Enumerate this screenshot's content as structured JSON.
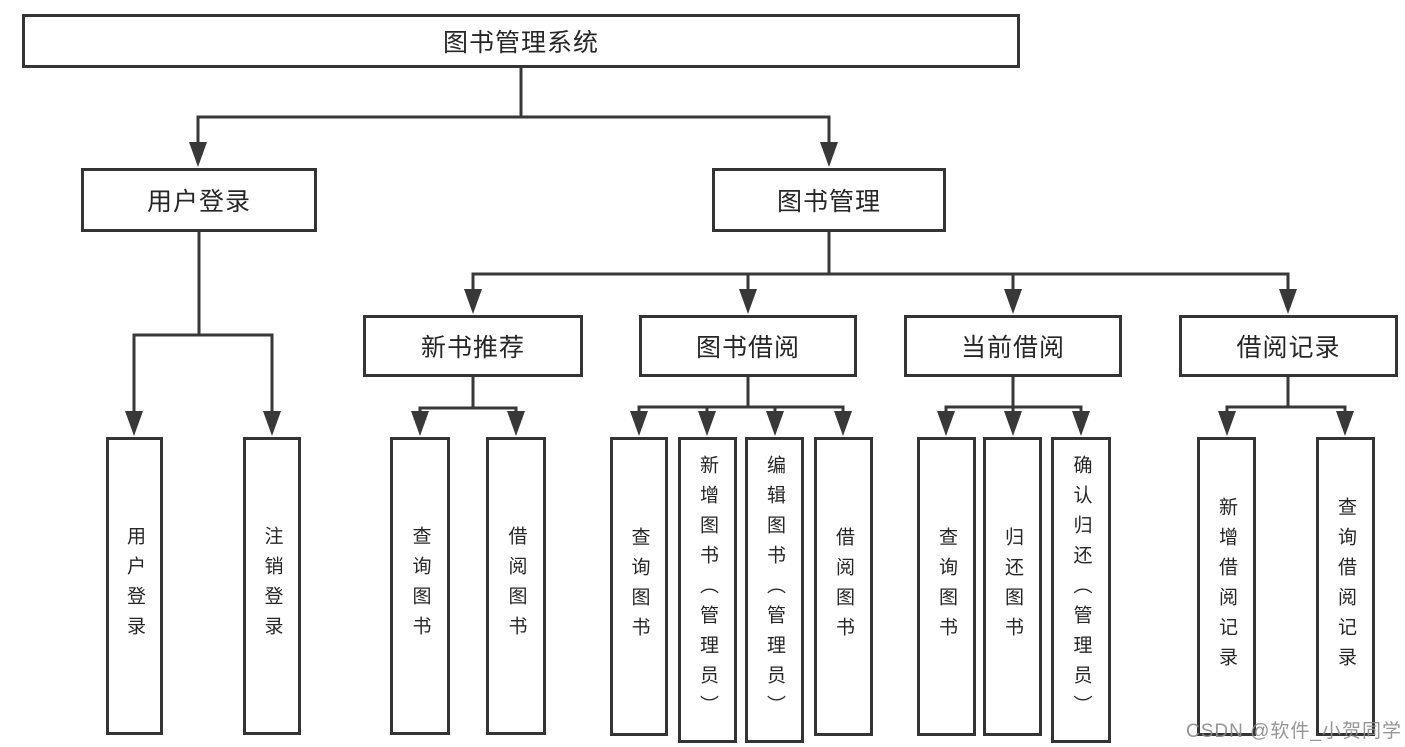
{
  "diagram": {
    "watermark": "CSDN @软件_小贺同学",
    "colors": {
      "line": "#383838",
      "border": "#343434",
      "text": "#262626",
      "background": "#ffffff",
      "watermark": "#8c8c8c"
    },
    "tree": {
      "label": "图书管理系统",
      "children": [
        {
          "label": "用户登录",
          "children": [
            {
              "label": "用户登录"
            },
            {
              "label": "注销登录"
            }
          ]
        },
        {
          "label": "图书管理",
          "children": [
            {
              "label": "新书推荐",
              "children": [
                {
                  "label": "查询图书"
                },
                {
                  "label": "借阅图书"
                }
              ]
            },
            {
              "label": "图书借阅",
              "children": [
                {
                  "label": "查询图书"
                },
                {
                  "label": "新增图书（管理员）"
                },
                {
                  "label": "编辑图书（管理员）"
                },
                {
                  "label": "借阅图书"
                }
              ]
            },
            {
              "label": "当前借阅",
              "children": [
                {
                  "label": "查询图书"
                },
                {
                  "label": "归还图书"
                },
                {
                  "label": "确认归还（管理员）"
                }
              ]
            },
            {
              "label": "借阅记录",
              "children": [
                {
                  "label": "新增借阅记录"
                },
                {
                  "label": "查询借阅记录"
                }
              ]
            }
          ]
        }
      ]
    }
  }
}
